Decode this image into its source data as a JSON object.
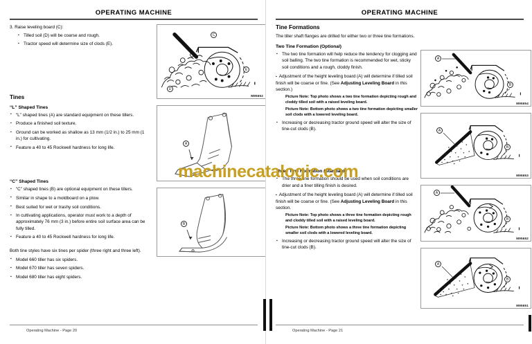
{
  "document": {
    "watermark": "machinecatalogic.com",
    "watermark_color": "#c8a021"
  },
  "left_page": {
    "header": "OPERATING MACHINE",
    "step3": {
      "text": "3. Raise leveling board (C):",
      "bullets": [
        "Tilled soil (D) will be coarse and rough.",
        "Tractor speed will determine size of clods (E)."
      ]
    },
    "tines_heading": "Tines",
    "l_tines": {
      "heading": "“L” Shaped Tines",
      "bullets": [
        "“L” shaped tines (A) are standard equipment on these tillers.",
        "Produce a finished soil texture.",
        "Ground can be worked as shallow as 13 mm (1/2 in.) to 25 mm (1 in.) for cultivating.",
        "Feature a 40 to 45 Rockwell hardness for long life."
      ]
    },
    "c_tines": {
      "heading": "“C” Shaped Tines",
      "bullets": [
        "“C” shaped tines (B) are optional equipment on these tillers.",
        "Similar in shape to a moldboard on a plow.",
        "Best suited for wet or trashy soil conditions.",
        "In cultivating applications, operator must work to a depth of approximately 76 mm (3 in.) before entire soil surface area can be fully tilled.",
        "Feature a 40 to 45 Rockwell hardness for long life."
      ]
    },
    "spiders": {
      "intro": "Both tine styles have six tines per spider (three right and three left).",
      "bullets": [
        "Model 660 tiller has six spiders.",
        "Model 670 tiller has seven spiders.",
        "Model 680 tiller has eight spiders."
      ]
    },
    "figures": [
      {
        "code": "M95652",
        "callouts": [
          "C",
          "D",
          "E"
        ],
        "caption_kind": "tilled-soil-raised-board"
      },
      {
        "code": "",
        "callouts": [
          "A"
        ],
        "caption_kind": "l-shaped-tine"
      },
      {
        "code": "",
        "callouts": [
          "B"
        ],
        "caption_kind": "c-shaped-tine"
      }
    ],
    "footer": "Operating Machine - Page 20"
  },
  "right_page": {
    "header": "OPERATING MACHINE",
    "tine_formations_heading": "Tine Formations",
    "intro": "The tiller shaft flanges are drilled for either two or three tine formations.",
    "two_tine": {
      "heading": "Two Tine Formation (Optional)",
      "bullet1": "The two tine formation will help reduce the tendency for clogging and soil balling. The two tine formation is recommended for wet, sticky soil conditions and a rough, cloddy finish.",
      "bullet2_pre": "Adjustment of the height leveling board (A) will determine if tilled soil finish will be coarse or fine. (See ",
      "bullet2_bold": "Adjusting Leveling Board",
      "bullet2_post": " in this section.)",
      "note_top": "Picture Note: Top photo shows a two tine formation depicting rough and cloddy tilled soil with a raised leveling board.",
      "note_bottom": "Picture Note: Bottom photo shows a two tine formation depicting smaller soil clods with a lowered leveling board.",
      "bullet3": "Increasing or decreasing tractor ground speed will alter the size of tine-cut clods (B)."
    },
    "three_tine": {
      "heading": "Three Tine Formation (Standard)",
      "bullet1": "The three tine formation should be used when soil conditions are drier and a finer tilling finish is desired.",
      "bullet2_pre": "Adjustment of the height leveling board (A) will determine if tilled soil finish will be coarse or fine. (See ",
      "bullet2_bold": "Adjusting Leveling Board",
      "bullet2_post": " in this section.",
      "note_top": "Picture Note: Top photo shows a three tine formation depicting rough and cloddy tilled soil with a raised leveling board.",
      "note_bottom": "Picture Note: Bottom photo shows a three tine formation depicting smaller soil clods with a lowered leveling board.",
      "bullet3": "Increasing or decreasing tractor ground speed will alter the size of tine-cut clods (B)."
    },
    "figures": [
      {
        "code": "M95654",
        "callouts": [
          "A",
          "B"
        ],
        "caption_kind": "two-tine-raised-board"
      },
      {
        "code": "M95653",
        "callouts": [
          "A",
          "B"
        ],
        "caption_kind": "two-tine-lowered-board"
      },
      {
        "code": "M95652",
        "callouts": [
          "A",
          "B"
        ],
        "caption_kind": "three-tine-raised-board"
      },
      {
        "code": "M95651",
        "callouts": [
          "A",
          "B"
        ],
        "caption_kind": "three-tine-lowered-board"
      }
    ],
    "footer": "Operating Machine - Page 21"
  }
}
